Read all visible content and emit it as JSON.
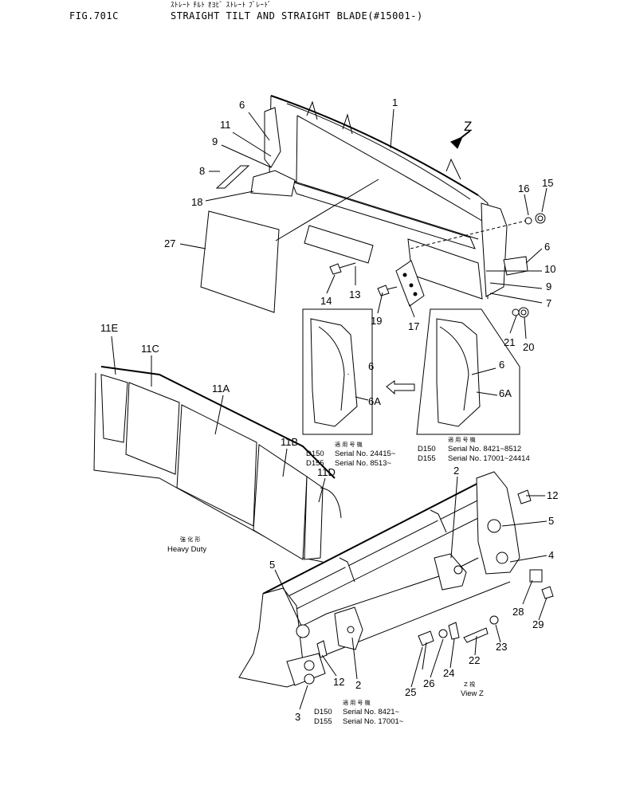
{
  "header": {
    "fig_label": "FIG.701C",
    "jp_subtitle": "ｽﾄﾚｰﾄ ﾁﾙﾄ ｵﾖﾋﾞ ｽﾄﾚｰﾄ ﾌﾞﾚｰﾄﾞ",
    "title": "STRAIGHT TILT AND STRAIGHT BLADE(#15001-)"
  },
  "callouts": {
    "c1": "1",
    "c6a": "6",
    "c11": "11",
    "c9a": "9",
    "c8": "8",
    "c18": "18",
    "c27": "27",
    "c14": "14",
    "c13": "13",
    "c19": "19",
    "c17": "17",
    "c16": "16",
    "c15": "15",
    "c6b": "6",
    "c10": "10",
    "c9b": "9",
    "c7": "7",
    "c21": "21",
    "c20": "20",
    "cz": "Z",
    "c6c": "6",
    "c6ad": "6A",
    "c6d": "6",
    "c6ae": "6A",
    "c11e": "11E",
    "c11c": "11C",
    "c11a": "11A",
    "c11b": "11B",
    "c11d": "11D",
    "c2a": "2",
    "c12a": "12",
    "c5a": "5",
    "c4": "4",
    "c28": "28",
    "c29": "29",
    "c5b": "5",
    "c23": "23",
    "c22": "22",
    "c24": "24",
    "c26": "26",
    "c25": "25",
    "c12b": "12",
    "c2b": "2",
    "c3": "3"
  },
  "serial_left": {
    "jp": "適 用 号 機",
    "line1_model": "D150",
    "line1_text": "Serial No. 24415~",
    "line2_model": "D155",
    "line2_text": "Serial No. 8513~"
  },
  "serial_right": {
    "jp": "適 用 号 機",
    "line1_model": "D150",
    "line1_text": "Serial No. 8421~8512",
    "line2_model": "D155",
    "line2_text": "Serial No. 17001~24414"
  },
  "serial_bottom": {
    "jp": "適 用 号 機",
    "line1_model": "D150",
    "line1_text": "Serial No. 8421~",
    "line2_model": "D155",
    "line2_text": "Serial No. 17001~"
  },
  "heavy_duty": {
    "jp": "強 化 形",
    "text": "Heavy Duty"
  },
  "view_z": {
    "jp": "Z 視",
    "text": "View Z"
  }
}
